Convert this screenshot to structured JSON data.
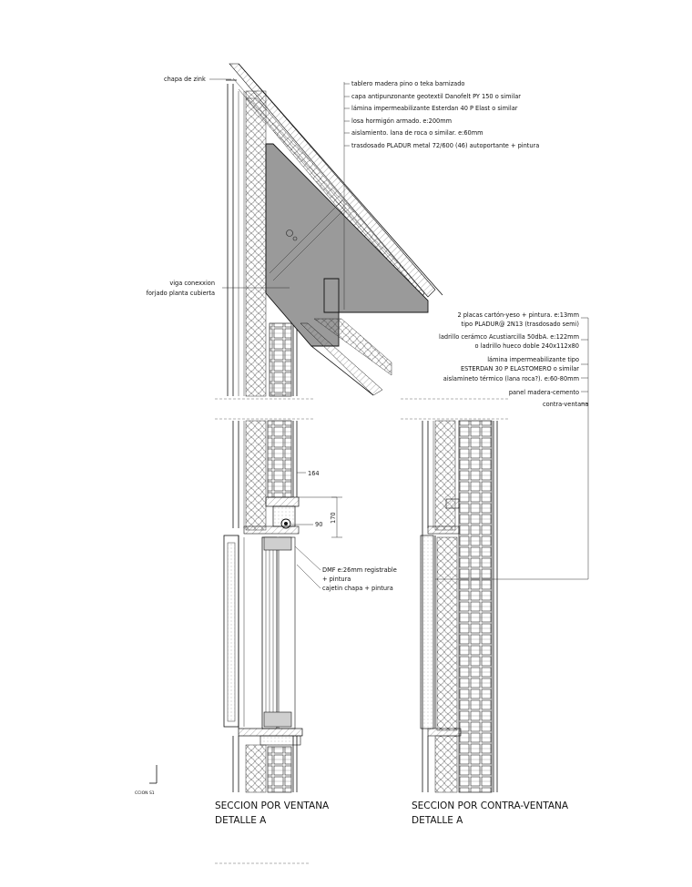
{
  "labels": {
    "chapa_zink": "chapa de zink",
    "tablero": "tablero madera pino o teka barnizado",
    "capa": "capa antipunzonante geotextil Danofelt PY 150 o similar",
    "lamina": "lámina impermeabilizante Esterdan 40 P Elast o similar",
    "losa": "losa hormigón armado. e:200mm",
    "aislamiento": "aislamiento. lana de roca o similar. e:60mm",
    "trasdosado": "trasdosado PLADUR metal 72/600 (46) autoportante + pintura",
    "viga_1": "viga conexxion",
    "viga_2": "forjado planta cubierta",
    "placas_1": "2 placas cartón-yeso + pintura. e:13mm",
    "placas_2": "tipo PLADUR@ 2N13 (trasdosado semi)",
    "ladrillo_1": "ladrillo cerámco Acustiarcilla 50dbA. e:122mm",
    "ladrillo_2": "o ladrillo hueco doble 240x112x80",
    "lamina2_1": "lámina impermeabilizante tipo",
    "lamina2_2": "ESTERDAN 30 P ELASTOMERO  o similar",
    "aislamiento2": "aislamineto térmico (lana roca?). e:60-80mm",
    "panel": "panel madera-cemento",
    "contra": "contra-ventana",
    "dmf_1": "DMF e:26mm registrable",
    "dmf_2": "+ pintura",
    "cajetin": "cajetin chapa + pintura",
    "seccion_small": "CCION S1"
  },
  "dims": {
    "d164": "164",
    "d90": "90",
    "d170": "170"
  },
  "titles": {
    "left_1": "SECCION POR VENTANA",
    "left_2": "DETALLE A",
    "right_1": "SECCION POR CONTRA-VENTANA",
    "right_2": "DETALLE A"
  },
  "colors": {
    "concrete": "#9a9a9a",
    "line": "#111111"
  }
}
